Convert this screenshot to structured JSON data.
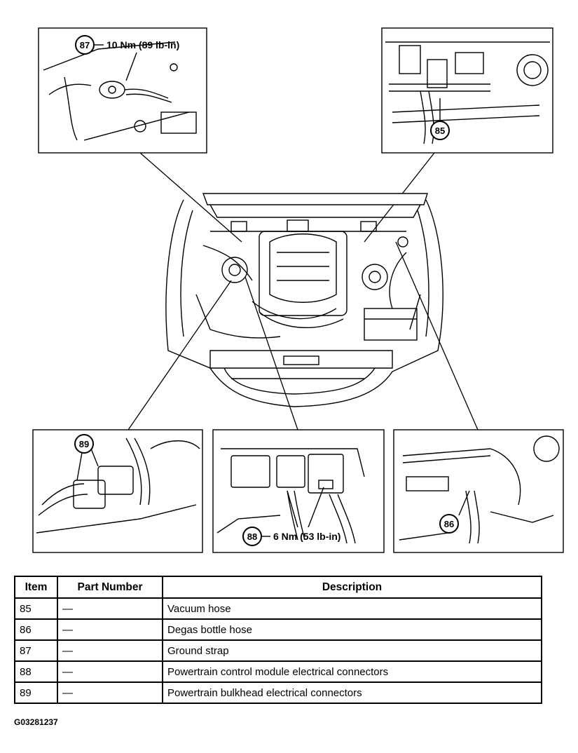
{
  "callouts": {
    "c87": {
      "num": "87",
      "text": "10 Nm (89 lb-in)"
    },
    "c85": {
      "num": "85"
    },
    "c89": {
      "num": "89"
    },
    "c88": {
      "num": "88",
      "text": "6 Nm (53 lb-in)"
    },
    "c86": {
      "num": "86"
    }
  },
  "table": {
    "headers": [
      "Item",
      "Part Number",
      "Description"
    ],
    "rows": [
      {
        "item": "85",
        "part": "—",
        "desc": "Vacuum hose"
      },
      {
        "item": "86",
        "part": "—",
        "desc": "Degas bottle hose"
      },
      {
        "item": "87",
        "part": "—",
        "desc": "Ground strap"
      },
      {
        "item": "88",
        "part": "—",
        "desc": "Powertrain control module electrical connectors"
      },
      {
        "item": "89",
        "part": "—",
        "desc": "Powertrain bulkhead electrical connectors"
      }
    ]
  },
  "figure_code": "G03281237"
}
